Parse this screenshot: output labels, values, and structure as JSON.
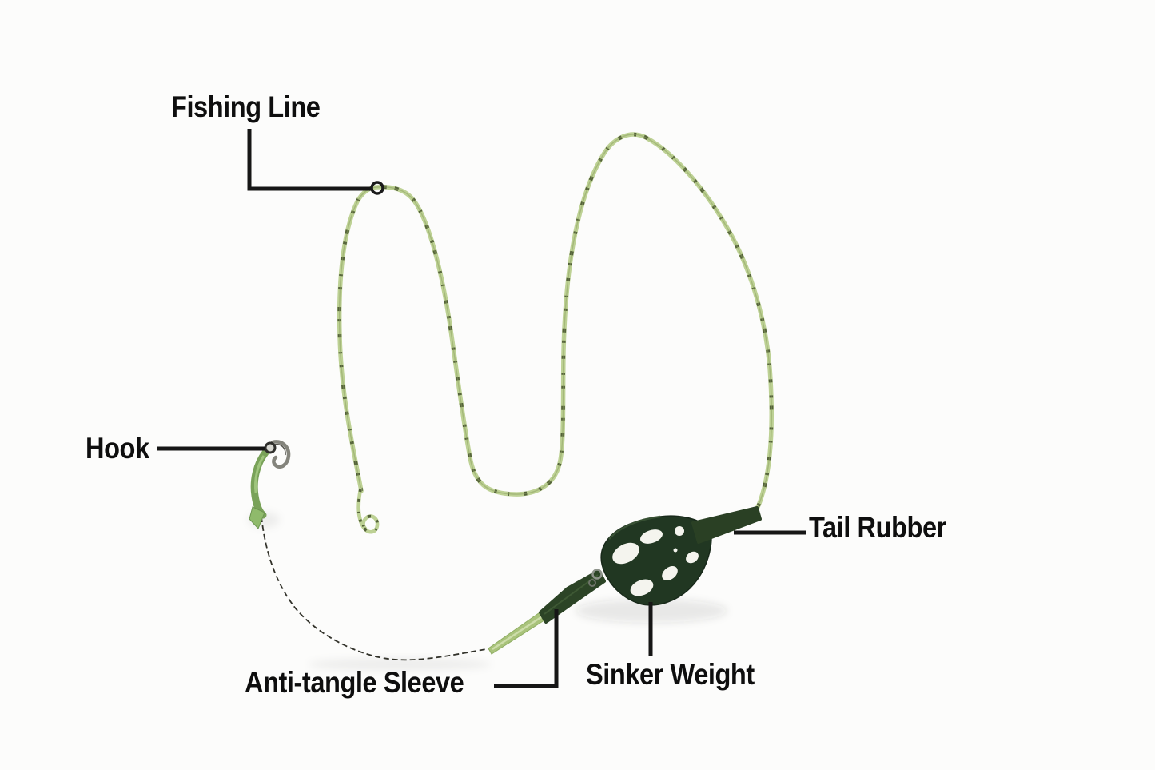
{
  "diagram": {
    "labels": {
      "fishing_line": "Fishing Line",
      "hook": "Hook",
      "anti_tangle_sleeve": "Anti-tangle Sleeve",
      "sinker_weight": "Sinker Weight",
      "tail_rubber": "Tail Rubber"
    },
    "label_color": "#0e0e0e",
    "callout_color": "#161616",
    "colors": {
      "background": "#fcfcfb",
      "line_green": "#bdd194",
      "line_fleck_dark": "#47542f",
      "weight_dark_green": "#213722",
      "sleeve_dark_green": "#2c4426",
      "sleeve_tip_light_green": "#a9c37b",
      "tail_rubber_green": "#2a4024",
      "hook_metal_gray": "#84847c",
      "hook_sleeve_green": "#79a259",
      "hooklink_dark": "#32322a"
    }
  }
}
